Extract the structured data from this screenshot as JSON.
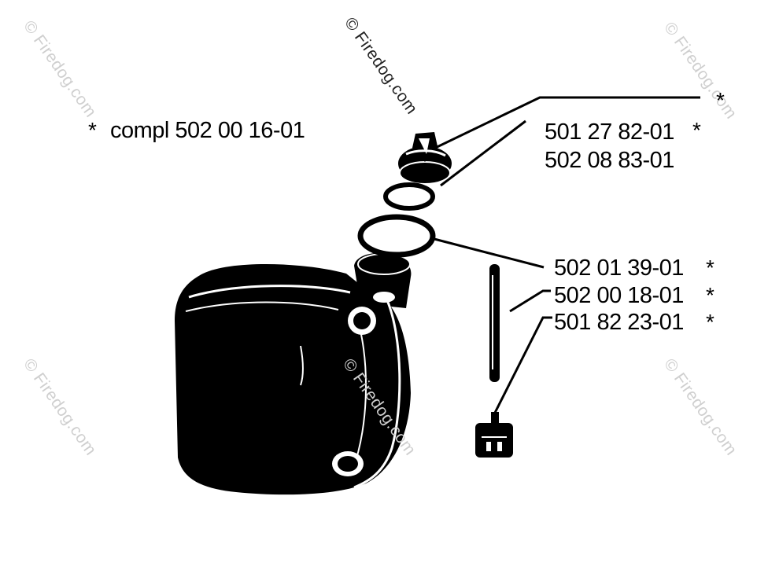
{
  "watermark": "© Firedog.com",
  "assembly_label": "compl 502 00 16-01",
  "asterisk": "*",
  "parts": [
    {
      "number": "501 27 82-01",
      "marked": true
    },
    {
      "number": "502 08 83-01",
      "marked": false
    },
    {
      "number": "502 01 39-01",
      "marked": true
    },
    {
      "number": "502 00 18-01",
      "marked": true
    },
    {
      "number": "501 82 23-01",
      "marked": true
    }
  ],
  "colors": {
    "ink": "#000000",
    "watermark": "#cfcfcf",
    "background": "#ffffff"
  }
}
